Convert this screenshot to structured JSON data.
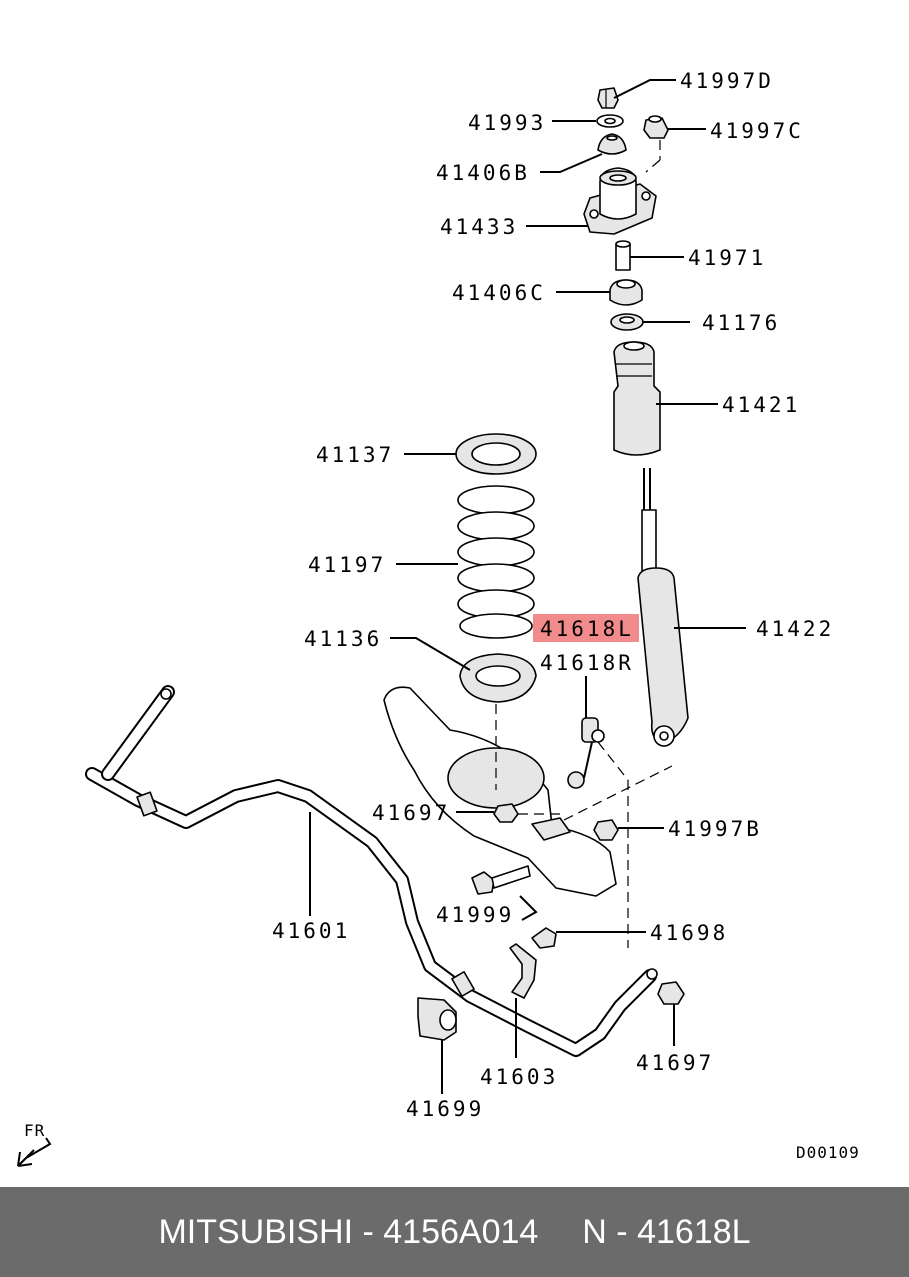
{
  "parts": {
    "p41997D": "41997D",
    "p41993": "41993",
    "p41997C": "41997C",
    "p41406B": "41406B",
    "p41433": "41433",
    "p41971": "41971",
    "p41406C": "41406C",
    "p41176": "41176",
    "p41421": "41421",
    "p41137": "41137",
    "p41197": "41197",
    "p41618L": "41618L",
    "p41422": "41422",
    "p41136": "41136",
    "p41618R": "41618R",
    "p41697a": "41697",
    "p41997B": "41997B",
    "p41999": "41999",
    "p41601": "41601",
    "p41698": "41698",
    "p41603": "41603",
    "p41697b": "41697",
    "p41699": "41699"
  },
  "front_marker": "FR",
  "diagram_code": "D00109",
  "highlight_color": "#f28b8b",
  "footer": {
    "left": "MITSUBISHI - 4156A014",
    "right": "N - 41618L"
  }
}
